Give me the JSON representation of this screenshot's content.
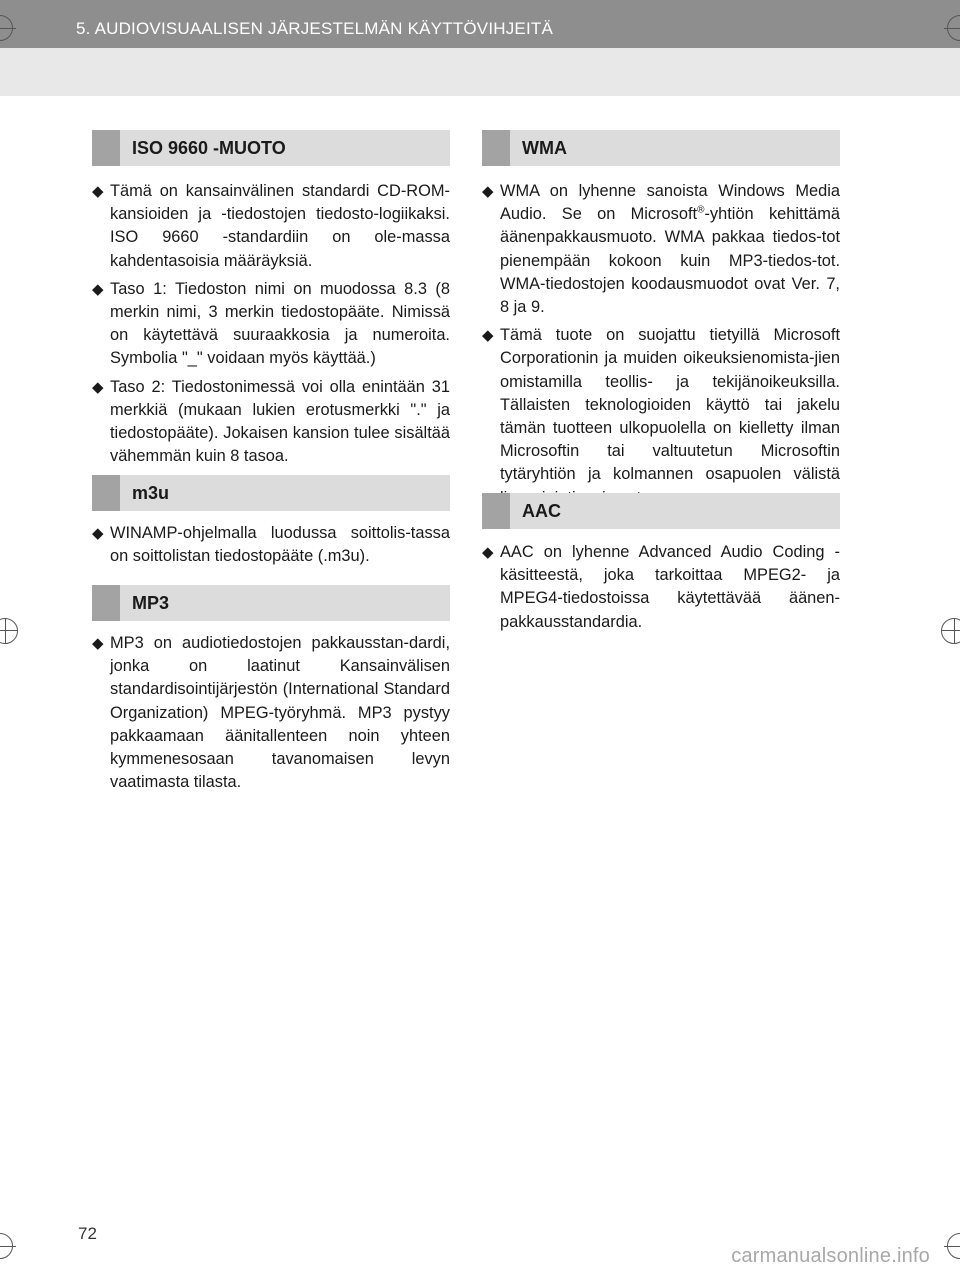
{
  "header": {
    "chapter_title": "5. AUDIOVISUAALISEN JÄRJESTELMÄN KÄYTTÖVIHJEITÄ"
  },
  "sections": {
    "iso": {
      "heading": "ISO 9660 -MUOTO",
      "items": [
        "Tämä on kansainvälinen standardi CD-ROM-kansioiden ja -tiedostojen tiedosto-logiikaksi. ISO 9660 -standardiin on ole-massa kahdentasoisia määräyksiä.",
        "Taso 1: Tiedoston nimi on muodossa 8.3 (8 merkin nimi, 3 merkin tiedostopääte. Nimissä on käytettävä suuraakkosia ja numeroita. Symbolia \"_\" voidaan myös käyttää.)",
        "Taso 2: Tiedostonimessä voi olla enintään 31 merkkiä (mukaan lukien erotusmerkki \".\" ja tiedostopääte). Jokaisen kansion tulee sisältää vähemmän kuin 8 tasoa."
      ]
    },
    "m3u": {
      "heading": "m3u",
      "items": [
        "WINAMP-ohjelmalla luodussa soittolis-tassa on soittolistan tiedostopääte (.m3u)."
      ]
    },
    "mp3": {
      "heading": "MP3",
      "items": [
        "MP3 on audiotiedostojen pakkausstan-dardi, jonka on laatinut Kansainvälisen standardisointijärjestön (International Standard Organization) MPEG-työryhmä. MP3 pystyy pakkaamaan äänitallenteen noin yhteen kymmenesosaan tavanomaisen levyn vaatimasta tilasta."
      ]
    },
    "wma": {
      "heading": "WMA",
      "item1_part1": "WMA on lyhenne sanoista Windows Media Audio. Se on Microsoft",
      "item1_reg": "®",
      "item1_part2": "-yhtiön kehittämä äänenpakkausmuoto. WMA pakkaa tiedos-tot pienempään kokoon kuin MP3-tiedos-tot. WMA-tiedostojen koodausmuodot ovat Ver. 7, 8 ja 9.",
      "item2": "Tämä tuote on suojattu tietyillä Microsoft Corporationin ja muiden oikeuksienomista-jien omistamilla teollis- ja tekijänoikeuksilla. Tällaisten teknologioiden käyttö tai jakelu tämän tuotteen ulkopuolella on kielletty ilman Microsoftin tai valtuutetun Microsoftin tytäryhtiön ja kolmannen osapuolen välistä lisensiointisopimusta."
    },
    "aac": {
      "heading": "AAC",
      "items": [
        "AAC on lyhenne Advanced Audio Coding -käsitteestä, joka tarkoittaa MPEG2- ja MPEG4-tiedostoissa käytettävää äänen-pakkausstandardia."
      ]
    }
  },
  "bullet_symbol": "◆",
  "footer": {
    "page_number": "72",
    "watermark": "carmanualsonline.info"
  },
  "colors": {
    "header_bar": "#8e8e8e",
    "header_band": "#e8e8e8",
    "section_bar": "#dcdcdc",
    "section_tab": "#a3a3a3"
  }
}
